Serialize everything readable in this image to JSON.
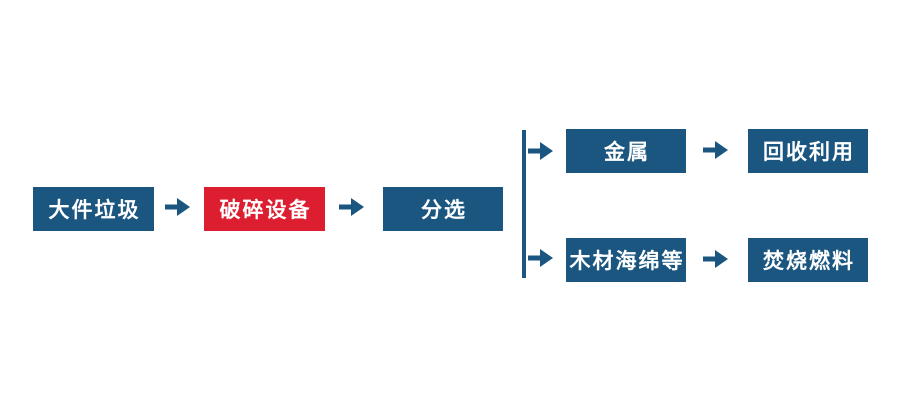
{
  "colors": {
    "background": "#FFFFFF",
    "node_blue": "#1A567F",
    "node_red": "#DC1E30",
    "arrow": "#1A567F",
    "text": "#FFFFFF"
  },
  "nodes": {
    "bulky_waste": {
      "label": "大件垃圾"
    },
    "crusher": {
      "label": "破碎设备"
    },
    "sorting": {
      "label": "分选"
    },
    "metal": {
      "label": "金属"
    },
    "recycle": {
      "label": "回收利用"
    },
    "wood_sponge": {
      "label": "木材海绵等"
    },
    "incineration_fuel": {
      "label": "焚烧燃料"
    }
  },
  "edges": [
    {
      "from": "bulky_waste",
      "to": "crusher"
    },
    {
      "from": "crusher",
      "to": "sorting"
    },
    {
      "from": "sorting",
      "to": "metal"
    },
    {
      "from": "sorting",
      "to": "wood_sponge"
    },
    {
      "from": "metal",
      "to": "recycle"
    },
    {
      "from": "wood_sponge",
      "to": "incineration_fuel"
    }
  ]
}
